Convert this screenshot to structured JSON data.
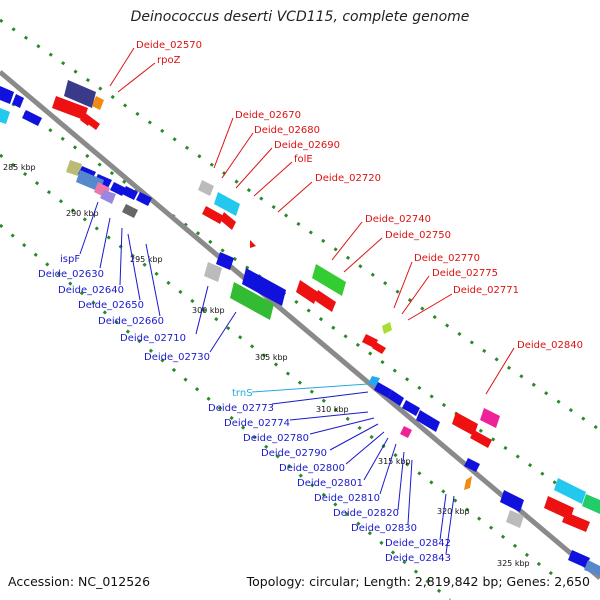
{
  "title": "Deinococcus deserti VCD115, complete genome",
  "footer": {
    "accession": "Accession: NC_012526",
    "topology": "Topology: circular; Length: 2,819,842 bp; Genes: 2,650"
  },
  "colors": {
    "forward_label": "#dd1111",
    "reverse_label": "#1a1acc",
    "rna_label": "#22aadd",
    "backbone": "#888888",
    "tick": "#2a8a2a"
  },
  "scale_labels": [
    "285 kbp",
    "290 kbp",
    "295 kbp",
    "300 kbp",
    "305 kbp",
    "310 kbp",
    "315 kbp",
    "320 kbp",
    "325 kbp"
  ],
  "forward_genes": [
    "Deide_02570",
    "rpoZ",
    "Deide_02670",
    "Deide_02680",
    "Deide_02690",
    "folE",
    "Deide_02720",
    "Deide_02740",
    "Deide_02750",
    "Deide_02770",
    "Deide_02775",
    "Deide_02771",
    "Deide_02840"
  ],
  "reverse_genes": [
    "ispF",
    "Deide_02630",
    "Deide_02640",
    "Deide_02650",
    "Deide_02660",
    "Deide_02710",
    "Deide_02730",
    "Deide_02773",
    "Deide_02774",
    "Deide_02780",
    "Deide_02790",
    "Deide_02800",
    "Deide_02801",
    "Deide_02810",
    "Deide_02820",
    "Deide_02830",
    "Deide_02842",
    "Deide_02843"
  ],
  "rna_genes": [
    "trnS"
  ]
}
